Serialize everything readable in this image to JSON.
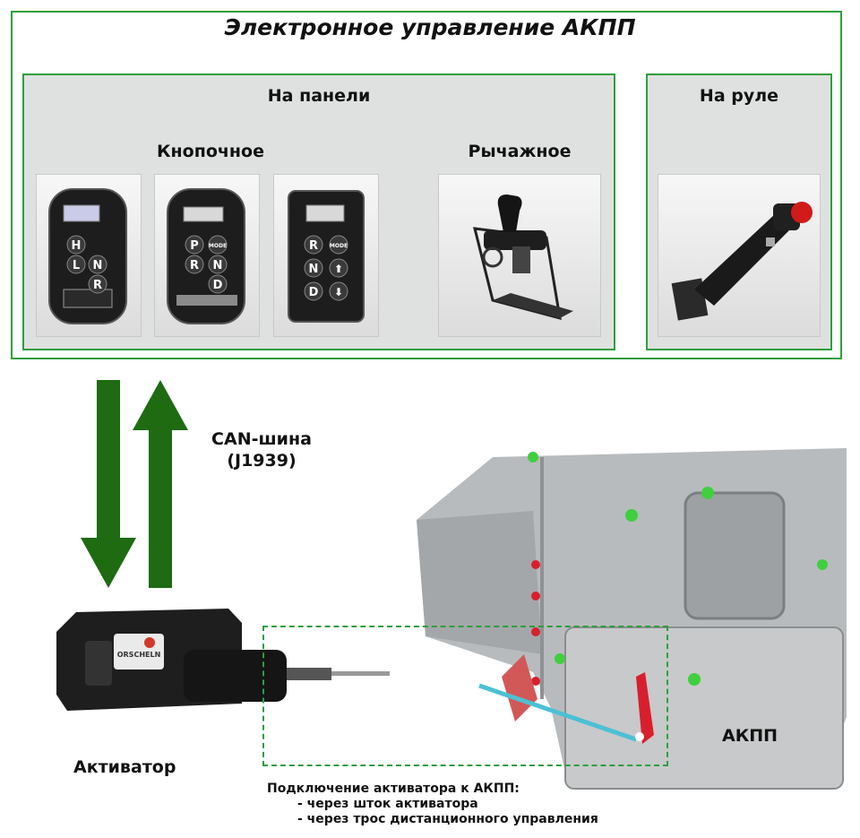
{
  "title": "Электронное управление АКПП",
  "panel": {
    "heading": "На панели",
    "push_label": "Кнопочное",
    "lever_label": "Рычажное",
    "remotes": [
      {
        "buttons": [
          "H",
          "L",
          "N",
          "R"
        ]
      },
      {
        "buttons": [
          "P",
          "MODE",
          "R",
          "N",
          "D"
        ]
      },
      {
        "buttons": [
          "R",
          "MODE",
          "N",
          "⬆",
          "D",
          "⬇"
        ]
      }
    ]
  },
  "wheel": {
    "heading": "На руле"
  },
  "bus": {
    "line1": "CAN-шина",
    "line2": "(J1939)"
  },
  "actuator": {
    "label": "Активатор",
    "brand": "ORSCHELN"
  },
  "gearbox": {
    "label": "АКПП"
  },
  "connection": {
    "title": "Подключение активатора к АКПП:",
    "items": [
      "- через шток активатора",
      "- через трос дистанционного управления"
    ]
  },
  "colors": {
    "green": "#2e9e3e",
    "arrow": "#1e6b12",
    "panel_bg": "#dfe1e0"
  }
}
